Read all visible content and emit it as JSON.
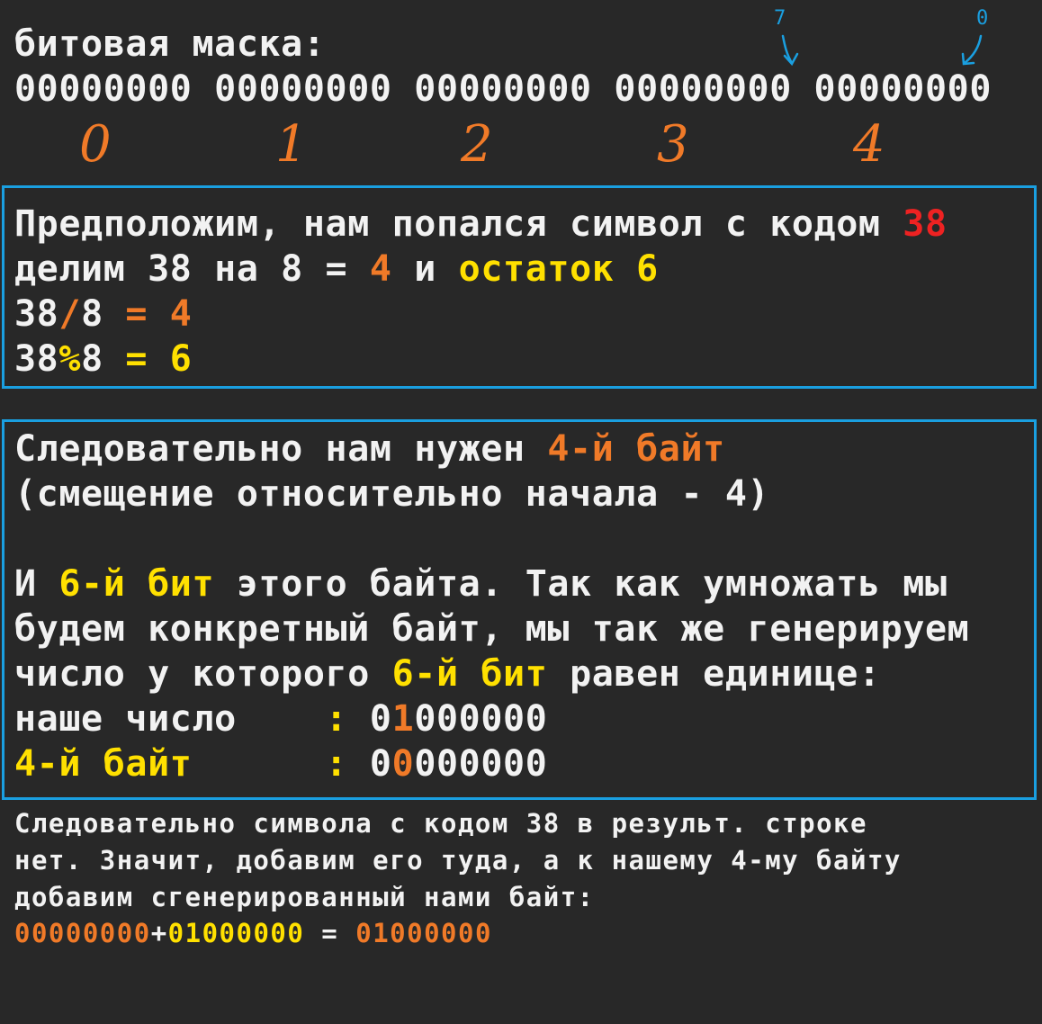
{
  "header": {
    "label": "битовая маска:",
    "mask": "00000000 00000000 00000000 00000000 00000000",
    "bit_hi": "7",
    "bit_lo": "0",
    "byte_indices": [
      "0",
      "1",
      "2",
      "3",
      "4"
    ]
  },
  "box1": {
    "l1_text": "Предположим, нам попался символ с кодом ",
    "l1_code": "38",
    "l2_a": "делим 38 на 8 = ",
    "l2_b": "4",
    "l2_c": " и ",
    "l2_d": "остаток 6",
    "l3_a": "38",
    "l3_b": "/",
    "l3_c": "8",
    "l3_d": " = ",
    "l3_e": "4",
    "l4_a": "38",
    "l4_b": "%",
    "l4_c": "8",
    "l4_d": " = ",
    "l4_e": "6"
  },
  "box2": {
    "l1_a": "Следовательно нам нужен ",
    "l1_b": "4-й байт",
    "l2": "(смещение относительно начала - 4)",
    "l3_a": "И ",
    "l3_b": "6-й бит",
    "l3_c": " этого байта. Так как умножать мы",
    "l4": "будем конкретный байт, мы так же генерируем",
    "l5_a": "число у которого ",
    "l5_b": "6-й бит",
    "l5_c": " равен единице:",
    "l6_label": "наше число    ",
    "l6_colon": ":",
    "l6_v1": " 0",
    "l6_v2": "1",
    "l6_v3": "000000",
    "l7_label": "4-й байт      ",
    "l7_colon": ":",
    "l7_v1": " 0",
    "l7_v2": "0",
    "l7_v3": "000000"
  },
  "footer": {
    "l1": "Следовательно символа с кодом 38 в результ. строке",
    "l2": "нет. Значит, добавим его туда, а к нашему 4-му байту",
    "l3": "добавим сгенерированный нами байт:",
    "eq_a": "00000000",
    "eq_b": "+",
    "eq_c": "01000000",
    "eq_d": " = ",
    "eq_e": "01",
    "eq_f": "000000"
  },
  "colors": {
    "background": "#282828",
    "text": "#f2f2f2",
    "orange": "#f07a28",
    "yellow": "#ffe000",
    "red": "#ee2222",
    "blue": "#1a9fe0"
  }
}
